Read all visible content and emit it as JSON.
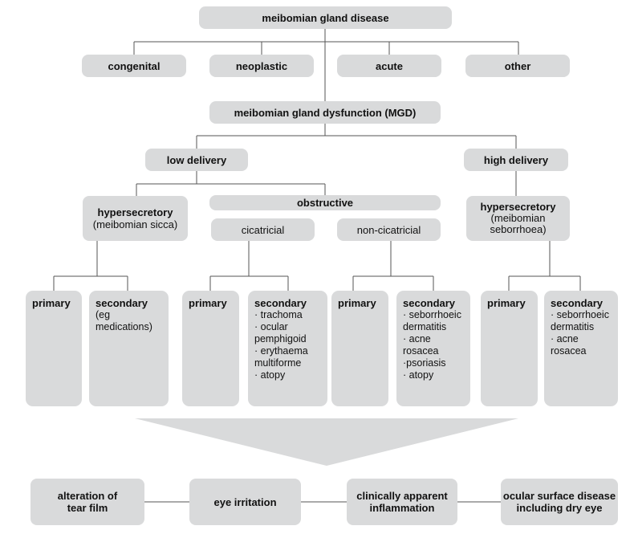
{
  "root": "meibomian gland disease",
  "categories": [
    "congenital",
    "neoplastic",
    "acute",
    "other"
  ],
  "mgd": "meibomian gland dysfunction (MGD)",
  "low_delivery": "low delivery",
  "high_delivery": "high delivery",
  "hyper_low": {
    "title": "hypersecretory",
    "sub": "(meibomian sicca)"
  },
  "obstructive": "obstructive",
  "cicatricial": "cicatricial",
  "non_cicatricial": "non-cicatricial",
  "hyper_high": {
    "title": "hypersecretory",
    "sub1": "(meibomian",
    "sub2": "seborrhoea)"
  },
  "leaves": {
    "primary": "primary",
    "secondary": "secondary",
    "g1_secondary_lines": [
      "(eg",
      "medications)"
    ],
    "g2_secondary_lines": [
      "· trachoma",
      "· ocular",
      "pemphigoid",
      "· erythaema",
      "multiforme",
      "· atopy"
    ],
    "g3_secondary_lines": [
      "· seborrhoeic",
      "dermatitis",
      "· acne",
      "rosacea",
      "·psoriasis",
      "· atopy"
    ],
    "g4_secondary_lines": [
      "· seborrhoeic",
      "dermatitis",
      "· acne",
      "rosacea"
    ]
  },
  "outcomes": {
    "o1": [
      "alteration of",
      "tear film"
    ],
    "o2": [
      "eye irritation"
    ],
    "o3": [
      "clinically apparent",
      "inflammation"
    ],
    "o4": [
      "ocular surface disease",
      "including dry eye"
    ]
  },
  "colors": {
    "box": "#d9dadb",
    "line": "#555555",
    "arrow": "#d9dadb"
  }
}
